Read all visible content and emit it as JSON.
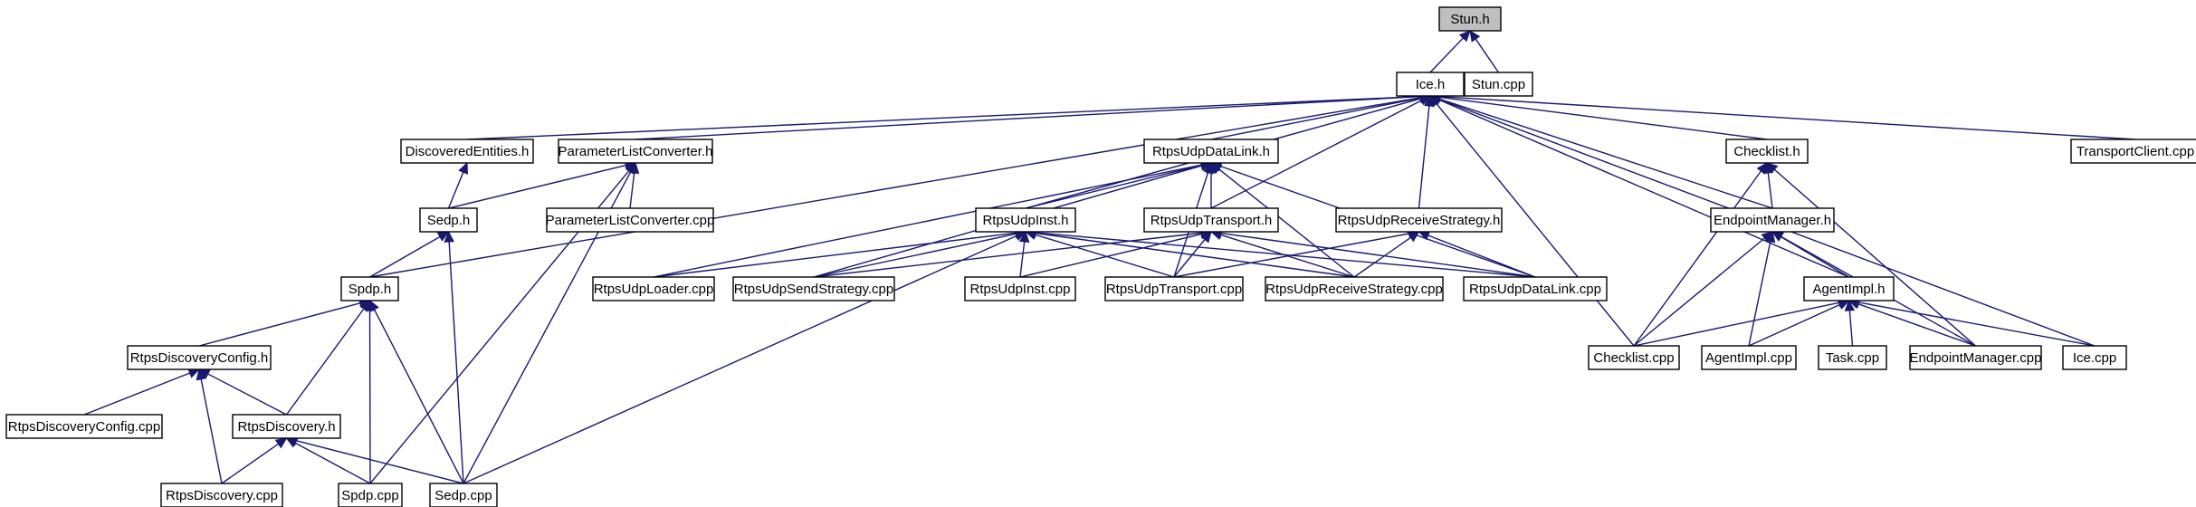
{
  "diagram": {
    "title": "",
    "colors": {
      "edge": "#191970",
      "root_fill": "#bfbfbf",
      "node_fill": "#ffffff",
      "border": "#000000"
    },
    "nodes": [
      {
        "id": "stun_h",
        "label": "Stun.h",
        "root": true
      },
      {
        "id": "ice_h",
        "label": "Ice.h"
      },
      {
        "id": "stun_cpp",
        "label": "Stun.cpp"
      },
      {
        "id": "discovered_h",
        "label": "DiscoveredEntities.h"
      },
      {
        "id": "plc_h",
        "label": "ParameterListConverter.h"
      },
      {
        "id": "dlink_h",
        "label": "RtpsUdpDataLink.h"
      },
      {
        "id": "checklist_h",
        "label": "Checklist.h"
      },
      {
        "id": "transportclient_cpp",
        "label": "TransportClient.cpp"
      },
      {
        "id": "sedp_h",
        "label": "Sedp.h"
      },
      {
        "id": "plc_cpp",
        "label": "ParameterListConverter.cpp"
      },
      {
        "id": "inst_h",
        "label": "RtpsUdpInst.h"
      },
      {
        "id": "transport_h",
        "label": "RtpsUdpTransport.h"
      },
      {
        "id": "recv_h",
        "label": "RtpsUdpReceiveStrategy.h"
      },
      {
        "id": "endpoint_h",
        "label": "EndpointManager.h"
      },
      {
        "id": "spdp_h",
        "label": "Spdp.h"
      },
      {
        "id": "loader_cpp",
        "label": "RtpsUdpLoader.cpp"
      },
      {
        "id": "send_cpp",
        "label": "RtpsUdpSendStrategy.cpp"
      },
      {
        "id": "inst_cpp",
        "label": "RtpsUdpInst.cpp"
      },
      {
        "id": "transport_cpp",
        "label": "RtpsUdpTransport.cpp"
      },
      {
        "id": "recv_cpp",
        "label": "RtpsUdpReceiveStrategy.cpp"
      },
      {
        "id": "dlink_cpp",
        "label": "RtpsUdpDataLink.cpp"
      },
      {
        "id": "agent_h",
        "label": "AgentImpl.h"
      },
      {
        "id": "rdconfig_h",
        "label": "RtpsDiscoveryConfig.h"
      },
      {
        "id": "checklist_cpp",
        "label": "Checklist.cpp"
      },
      {
        "id": "agent_cpp",
        "label": "AgentImpl.cpp"
      },
      {
        "id": "task_cpp",
        "label": "Task.cpp"
      },
      {
        "id": "endpoint_cpp",
        "label": "EndpointManager.cpp"
      },
      {
        "id": "ice_cpp",
        "label": "Ice.cpp"
      },
      {
        "id": "rdconfig_cpp",
        "label": "RtpsDiscoveryConfig.cpp"
      },
      {
        "id": "rd_h",
        "label": "RtpsDiscovery.h"
      },
      {
        "id": "rd_cpp",
        "label": "RtpsDiscovery.cpp"
      },
      {
        "id": "spdp_cpp",
        "label": "Spdp.cpp"
      },
      {
        "id": "sedp_cpp",
        "label": "Sedp.cpp"
      }
    ],
    "edges": [
      {
        "from": "ice_h",
        "to": "stun_h"
      },
      {
        "from": "stun_cpp",
        "to": "stun_h"
      },
      {
        "from": "discovered_h",
        "to": "ice_h"
      },
      {
        "from": "plc_h",
        "to": "ice_h"
      },
      {
        "from": "dlink_h",
        "to": "ice_h"
      },
      {
        "from": "checklist_h",
        "to": "ice_h"
      },
      {
        "from": "transportclient_cpp",
        "to": "ice_h"
      },
      {
        "from": "spdp_h",
        "to": "ice_h"
      },
      {
        "from": "inst_h",
        "to": "ice_h"
      },
      {
        "from": "transport_h",
        "to": "ice_h"
      },
      {
        "from": "recv_h",
        "to": "ice_h"
      },
      {
        "from": "endpoint_h",
        "to": "ice_h"
      },
      {
        "from": "agent_h",
        "to": "ice_h"
      },
      {
        "from": "checklist_cpp",
        "to": "ice_h"
      },
      {
        "from": "ice_cpp",
        "to": "ice_h"
      },
      {
        "from": "sedp_h",
        "to": "discovered_h"
      },
      {
        "from": "sedp_h",
        "to": "plc_h"
      },
      {
        "from": "plc_cpp",
        "to": "plc_h"
      },
      {
        "from": "spdp_cpp",
        "to": "plc_h"
      },
      {
        "from": "sedp_cpp",
        "to": "plc_h"
      },
      {
        "from": "spdp_h",
        "to": "sedp_h"
      },
      {
        "from": "sedp_cpp",
        "to": "sedp_h"
      },
      {
        "from": "rdconfig_h",
        "to": "spdp_h"
      },
      {
        "from": "rd_h",
        "to": "spdp_h"
      },
      {
        "from": "spdp_cpp",
        "to": "spdp_h"
      },
      {
        "from": "sedp_cpp",
        "to": "spdp_h"
      },
      {
        "from": "rdconfig_cpp",
        "to": "rdconfig_h"
      },
      {
        "from": "rd_h",
        "to": "rdconfig_h"
      },
      {
        "from": "rd_cpp",
        "to": "rdconfig_h"
      },
      {
        "from": "rd_cpp",
        "to": "rd_h"
      },
      {
        "from": "spdp_cpp",
        "to": "rd_h"
      },
      {
        "from": "sedp_cpp",
        "to": "rd_h"
      },
      {
        "from": "inst_h",
        "to": "dlink_h"
      },
      {
        "from": "transport_h",
        "to": "dlink_h"
      },
      {
        "from": "loader_cpp",
        "to": "dlink_h"
      },
      {
        "from": "send_cpp",
        "to": "dlink_h"
      },
      {
        "from": "transport_cpp",
        "to": "dlink_h"
      },
      {
        "from": "recv_cpp",
        "to": "dlink_h"
      },
      {
        "from": "dlink_cpp",
        "to": "dlink_h"
      },
      {
        "from": "loader_cpp",
        "to": "inst_h"
      },
      {
        "from": "send_cpp",
        "to": "inst_h"
      },
      {
        "from": "inst_cpp",
        "to": "inst_h"
      },
      {
        "from": "transport_cpp",
        "to": "inst_h"
      },
      {
        "from": "recv_cpp",
        "to": "inst_h"
      },
      {
        "from": "dlink_cpp",
        "to": "inst_h"
      },
      {
        "from": "sedp_cpp",
        "to": "inst_h"
      },
      {
        "from": "send_cpp",
        "to": "transport_h"
      },
      {
        "from": "inst_cpp",
        "to": "transport_h"
      },
      {
        "from": "transport_cpp",
        "to": "transport_h"
      },
      {
        "from": "recv_cpp",
        "to": "transport_h"
      },
      {
        "from": "dlink_cpp",
        "to": "transport_h"
      },
      {
        "from": "transport_cpp",
        "to": "recv_h"
      },
      {
        "from": "recv_cpp",
        "to": "recv_h"
      },
      {
        "from": "dlink_cpp",
        "to": "recv_h"
      },
      {
        "from": "endpoint_h",
        "to": "checklist_h"
      },
      {
        "from": "checklist_cpp",
        "to": "checklist_h"
      },
      {
        "from": "endpoint_cpp",
        "to": "checklist_h"
      },
      {
        "from": "agent_h",
        "to": "endpoint_h"
      },
      {
        "from": "checklist_cpp",
        "to": "endpoint_h"
      },
      {
        "from": "agent_cpp",
        "to": "endpoint_h"
      },
      {
        "from": "endpoint_cpp",
        "to": "endpoint_h"
      },
      {
        "from": "checklist_cpp",
        "to": "agent_h"
      },
      {
        "from": "agent_cpp",
        "to": "agent_h"
      },
      {
        "from": "task_cpp",
        "to": "agent_h"
      },
      {
        "from": "endpoint_cpp",
        "to": "agent_h"
      },
      {
        "from": "ice_cpp",
        "to": "agent_h"
      }
    ]
  }
}
